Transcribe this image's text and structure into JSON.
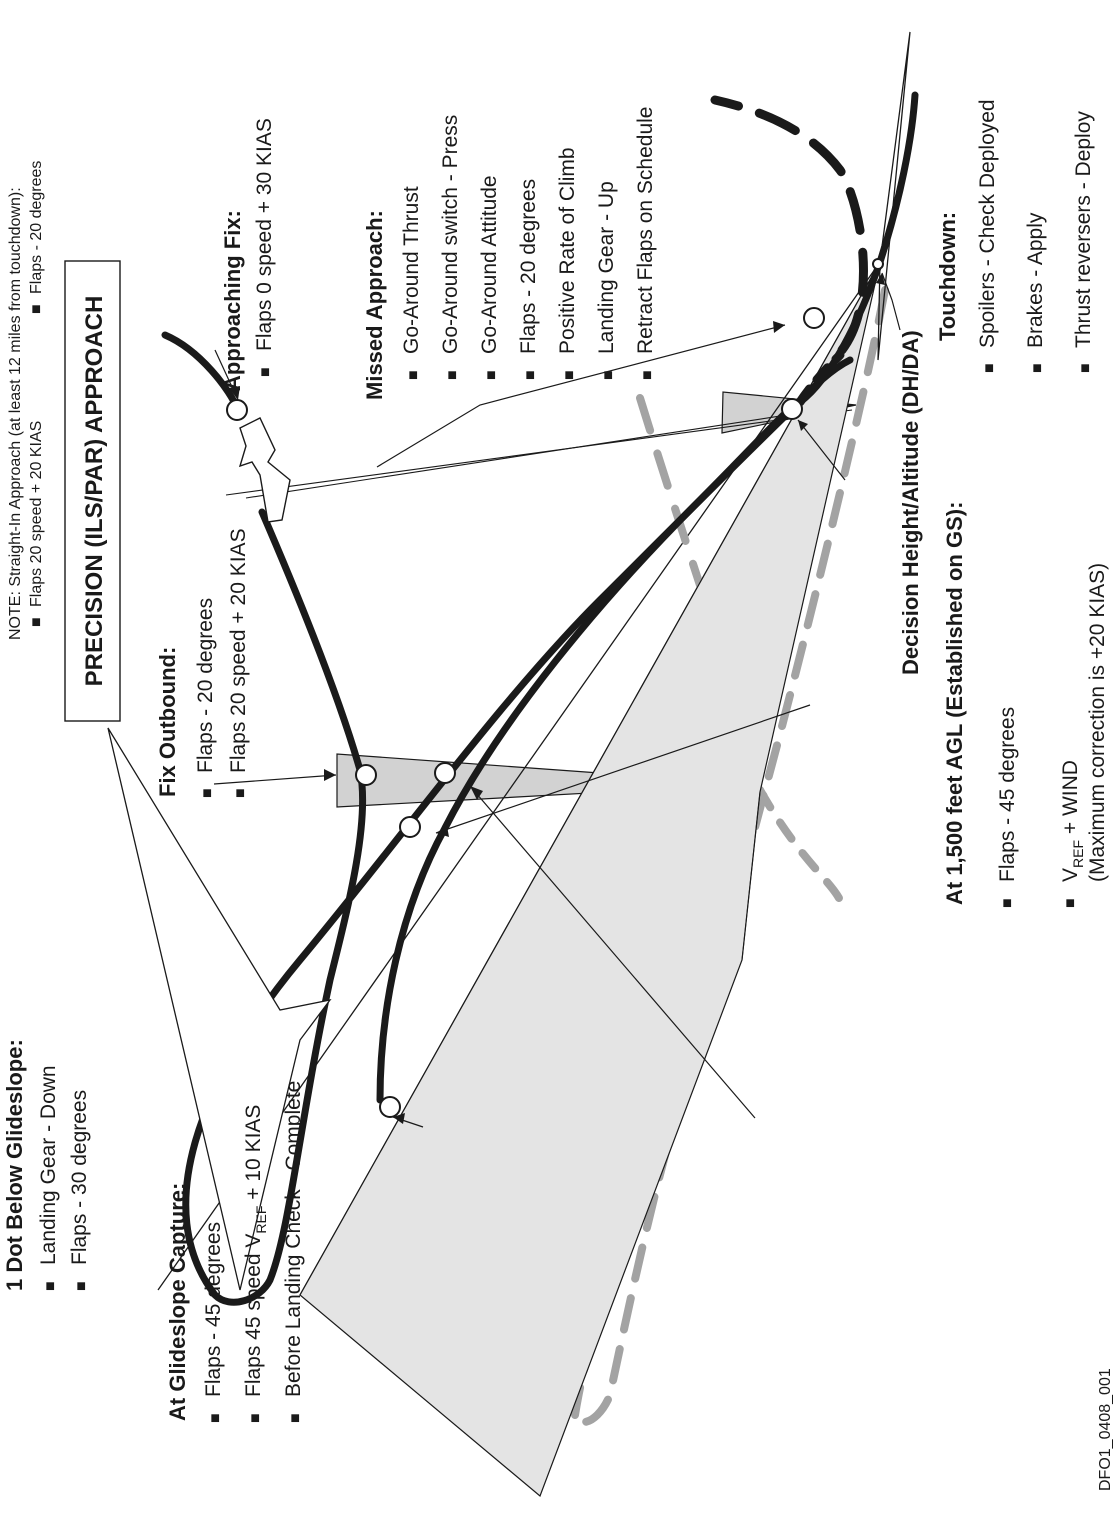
{
  "title": "PRECISION (ILS/PAR) APPROACH",
  "note": {
    "heading": "NOTE:  Straight-In Approach (at least 12 miles from touchdown):",
    "items": [
      "Flaps 20 speed + 20 KIAS",
      "Flaps - 20 degrees"
    ]
  },
  "approaching_fix": {
    "heading": "Approaching Fix:",
    "items": [
      "Flaps 0 speed + 30 KIAS"
    ]
  },
  "fix_outbound": {
    "heading": "Fix  Outbound:",
    "items": [
      "Flaps - 20 degrees",
      "Flaps 20 speed + 20 KIAS"
    ]
  },
  "missed_approach": {
    "heading": "Missed Approach:",
    "items": [
      "Go-Around Thrust",
      "Go-Around switch - Press",
      "Go-Around Attitude",
      "Flaps - 20 degrees",
      "Positive Rate of Climb",
      "Landing Gear - Up",
      "Retract Flaps on Schedule"
    ]
  },
  "touchdown": {
    "heading": "Touchdown:",
    "items": [
      "Spoilers - Check Deployed",
      "Brakes - Apply",
      "Thrust reversers - Deploy"
    ]
  },
  "decision_height": {
    "heading": "Decision  Height/Altitude (DH/DA)"
  },
  "at_1500": {
    "heading": "At 1,500 feet AGL (Established on GS):",
    "items": [
      "Flaps - 45 degrees"
    ],
    "vref_main": "V",
    "vref_sub": "REF",
    "vref_rest": " + WIND",
    "vref_note": "(Maximum correction is +20 KIAS)"
  },
  "one_dot": {
    "heading": "1 Dot Below Glideslope:",
    "items": [
      "Landing Gear - Down",
      "Flaps - 30 degrees"
    ]
  },
  "gs_capture": {
    "heading": "At Glideslope Capture:",
    "item1": "Flaps - 45 degrees",
    "item2_pre": "Flaps 45 speed  V",
    "item2_sub": "REF",
    "item2_post": " + 10 KIAS",
    "item3": "Before Landing Check - Complete"
  },
  "figure_id": "DFO1_0408_001",
  "colors": {
    "ink": "#1a1a1a",
    "ghost": "#a3a3a3",
    "shade": "#d2d2d2"
  }
}
